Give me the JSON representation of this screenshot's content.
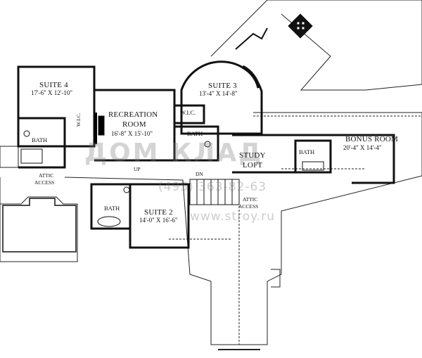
{
  "rooms": {
    "suite4": {
      "name": "SUITE 4",
      "dims": "17'-6\" X 12'-10\""
    },
    "recreation": {
      "name_line1": "RECREATION",
      "name_line2": "ROOM",
      "dims": "16'-8\" X 15'-10\""
    },
    "suite3": {
      "name": "SUITE 3",
      "dims": "13'-4\" X 14'-8\""
    },
    "study": {
      "name_line1": "STUDY",
      "name_line2": "LOFT"
    },
    "bonus": {
      "name": "BONUS ROOM",
      "dims": "20'-4\" X 14'-4\""
    },
    "suite2": {
      "name": "SUITE 2",
      "dims": "14'-0\" X 16'-6\""
    }
  },
  "labels": {
    "bath_suite4": "BATH",
    "wic_suite4": "W.I.C.",
    "wic_suite3": "W.I.C.",
    "bath_suite3": "BATH",
    "bath_bonus": "BATH",
    "bath_suite2": "BATH",
    "attic_left_1": "ATTIC",
    "attic_left_2": "ACCESS",
    "attic_mid_1": "ATTIC",
    "attic_mid_2": "ACCESS",
    "up": "UP",
    "dn": "DN"
  },
  "watermark": {
    "logo": "ДОМ КЛАД",
    "phone": "(495) 363-82-63",
    "site": "www.stroy.ru"
  },
  "colors": {
    "wall": "#111111",
    "ink": "#111111",
    "watermark": "#8a8a8a"
  }
}
